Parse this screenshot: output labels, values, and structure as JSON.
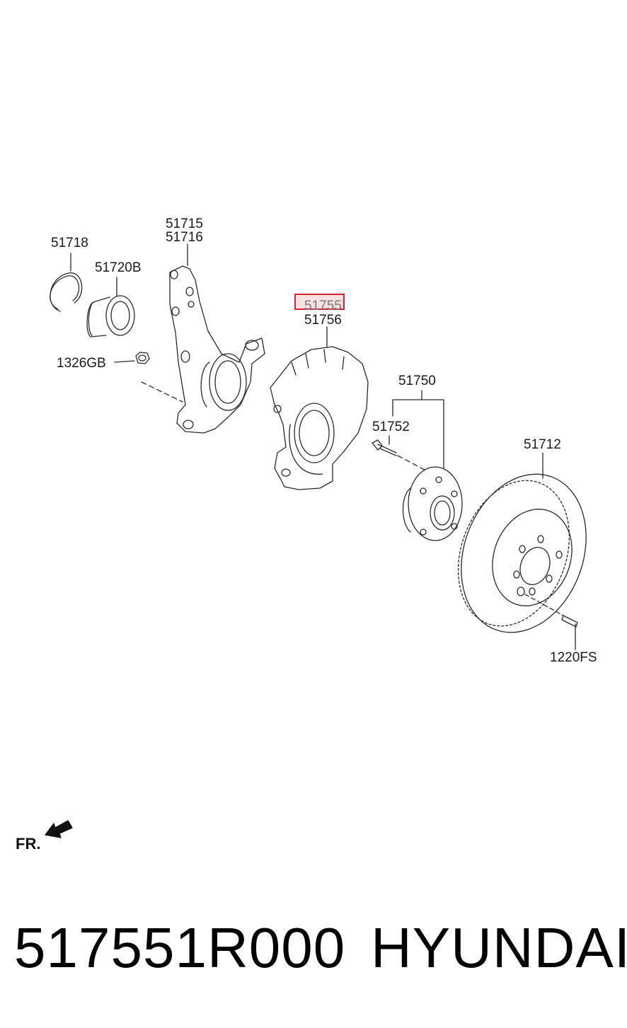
{
  "callouts": {
    "snap_ring": "51718",
    "wheel_bearing": "51720B",
    "nut": "1326GB",
    "knuckle_lh": "51715",
    "knuckle_rh": "51716",
    "dust_cover_lh": "51755",
    "dust_cover_rh": "51756",
    "hub_assembly": "51750",
    "hub_bolt": "51752",
    "brake_disc": "51712",
    "disc_screw": "1220FS"
  },
  "highlighted_part": "51755",
  "highlight_color": "#d8232a",
  "direction_label": "FR.",
  "footer": {
    "part_number": "517551R000",
    "brand": "HYUNDAI"
  }
}
